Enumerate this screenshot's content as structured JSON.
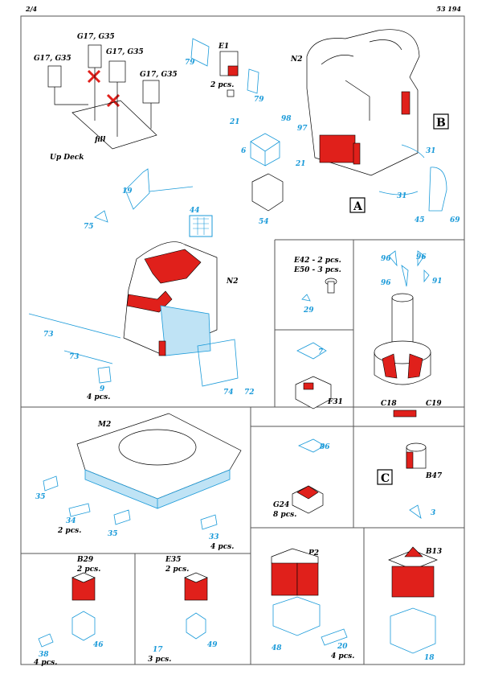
{
  "header": {
    "page": "2/4",
    "code": "53 194"
  },
  "sections": {
    "deck": {
      "labels": [
        "G17, G35",
        "G17, G35",
        "G17, G35",
        "G17, G35"
      ],
      "fill": "fill",
      "up_deck": "Up Deck"
    },
    "e1": {
      "title": "E1",
      "qty": "2 pcs.",
      "parts": [
        "79",
        "79"
      ]
    },
    "n2_top": {
      "title": "N2",
      "parts": [
        "21",
        "98",
        "97",
        "6",
        "21",
        "31",
        "31",
        "54",
        "45",
        "69"
      ],
      "markers": [
        "A",
        "B"
      ]
    },
    "n2_mid": {
      "title": "N2",
      "parts": [
        "19",
        "75",
        "44",
        "73",
        "73",
        "9",
        "74",
        "72"
      ],
      "qty9": "4 pcs."
    },
    "e42": {
      "title": "E42 - 2 pcs.",
      "sub": "E50 - 3 pcs.",
      "parts": [
        "29"
      ]
    },
    "f31": {
      "title": "F31",
      "parts": [
        "7"
      ]
    },
    "c18": {
      "title_a": "C18",
      "title_b": "C19",
      "parts": [
        "96",
        "96",
        "96",
        "91"
      ]
    },
    "m2": {
      "title": "M2",
      "parts": [
        "35",
        "34",
        "35",
        "33"
      ],
      "qty34": "2 pcs.",
      "qty33": "4 pcs."
    },
    "g24": {
      "title": "G24",
      "qty": "8 pcs.",
      "parts": [
        "86"
      ]
    },
    "b47": {
      "title": "B47",
      "marker": "C"
    },
    "b29": {
      "title": "B29",
      "qty": "2 pcs.",
      "parts": [
        "38",
        "46"
      ],
      "qty38": "4 pcs."
    },
    "e35": {
      "title": "E35",
      "qty": "2 pcs.",
      "parts": [
        "17",
        "49"
      ],
      "qty17": "3 pcs."
    },
    "p2": {
      "title": "P2",
      "parts": [
        "48",
        "20"
      ],
      "qty20": "4 pcs."
    },
    "b13": {
      "title": "B13",
      "parts": [
        "3",
        "18"
      ]
    }
  },
  "colors": {
    "accent_blue": "#1a9ad9",
    "paint_red": "#e0201b"
  }
}
